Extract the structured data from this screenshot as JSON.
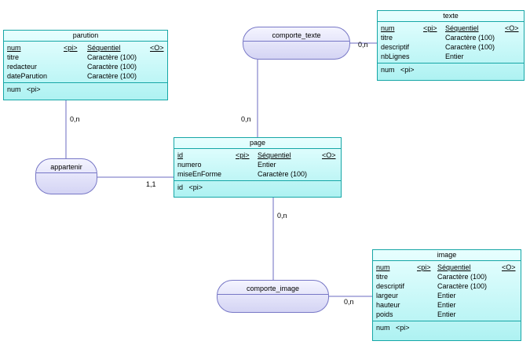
{
  "entities": {
    "parution": {
      "title": "parution",
      "rows": [
        {
          "name": "num",
          "key": "<pi>",
          "type": "Séquentiel",
          "extra": "<O>"
        },
        {
          "name": "titre",
          "key": "",
          "type": "Caractère (100)",
          "extra": ""
        },
        {
          "name": "redacteur",
          "key": "",
          "type": "Caractère (100)",
          "extra": ""
        },
        {
          "name": "dateParution",
          "key": "",
          "type": "Caractère (100)",
          "extra": ""
        }
      ],
      "identifier": "num   <pi>"
    },
    "texte": {
      "title": "texte",
      "rows": [
        {
          "name": "num",
          "key": "<pi>",
          "type": "Séquentiel",
          "extra": "<O>"
        },
        {
          "name": "titre",
          "key": "",
          "type": "Caractère (100)",
          "extra": ""
        },
        {
          "name": "descriptif",
          "key": "",
          "type": "Caractère (100)",
          "extra": ""
        },
        {
          "name": "nbLignes",
          "key": "",
          "type": "Entier",
          "extra": ""
        }
      ],
      "identifier": "num   <pi>"
    },
    "page": {
      "title": "page",
      "rows": [
        {
          "name": "id",
          "key": "<pi>",
          "type": "Séquentiel",
          "extra": "<O>"
        },
        {
          "name": "numero",
          "key": "",
          "type": "Entier",
          "extra": ""
        },
        {
          "name": "miseEnForme",
          "key": "",
          "type": "Caractère (100)",
          "extra": ""
        }
      ],
      "identifier": "id   <pi>"
    },
    "image": {
      "title": "image",
      "rows": [
        {
          "name": "num",
          "key": "<pi>",
          "type": "Séquentiel",
          "extra": "<O>"
        },
        {
          "name": "titre",
          "key": "",
          "type": "Caractère (100)",
          "extra": ""
        },
        {
          "name": "descriptif",
          "key": "",
          "type": "Caractère (100)",
          "extra": ""
        },
        {
          "name": "largeur",
          "key": "",
          "type": "Entier",
          "extra": ""
        },
        {
          "name": "hauteur",
          "key": "",
          "type": "Entier",
          "extra": ""
        },
        {
          "name": "poids",
          "key": "",
          "type": "Entier",
          "extra": ""
        }
      ],
      "identifier": "num   <pi>"
    }
  },
  "associations": {
    "comporte_texte": "comporte_texte",
    "appartenir": "appartenir",
    "comporte_image": "comporte_image"
  },
  "cardinalities": {
    "parution_appartenir": "0,n",
    "page_appartenir": "1,1",
    "page_comporte_texte": "0,n",
    "texte_comporte_texte": "0,n",
    "page_comporte_image": "0,n",
    "image_comporte_image": "0,n"
  },
  "colors": {
    "entity_border": "#16a6a6",
    "entity_fill": "#aef2f2",
    "association_border": "#7777c6",
    "association_fill": "#d4d4f4",
    "link_line": "#6b6bc0"
  }
}
